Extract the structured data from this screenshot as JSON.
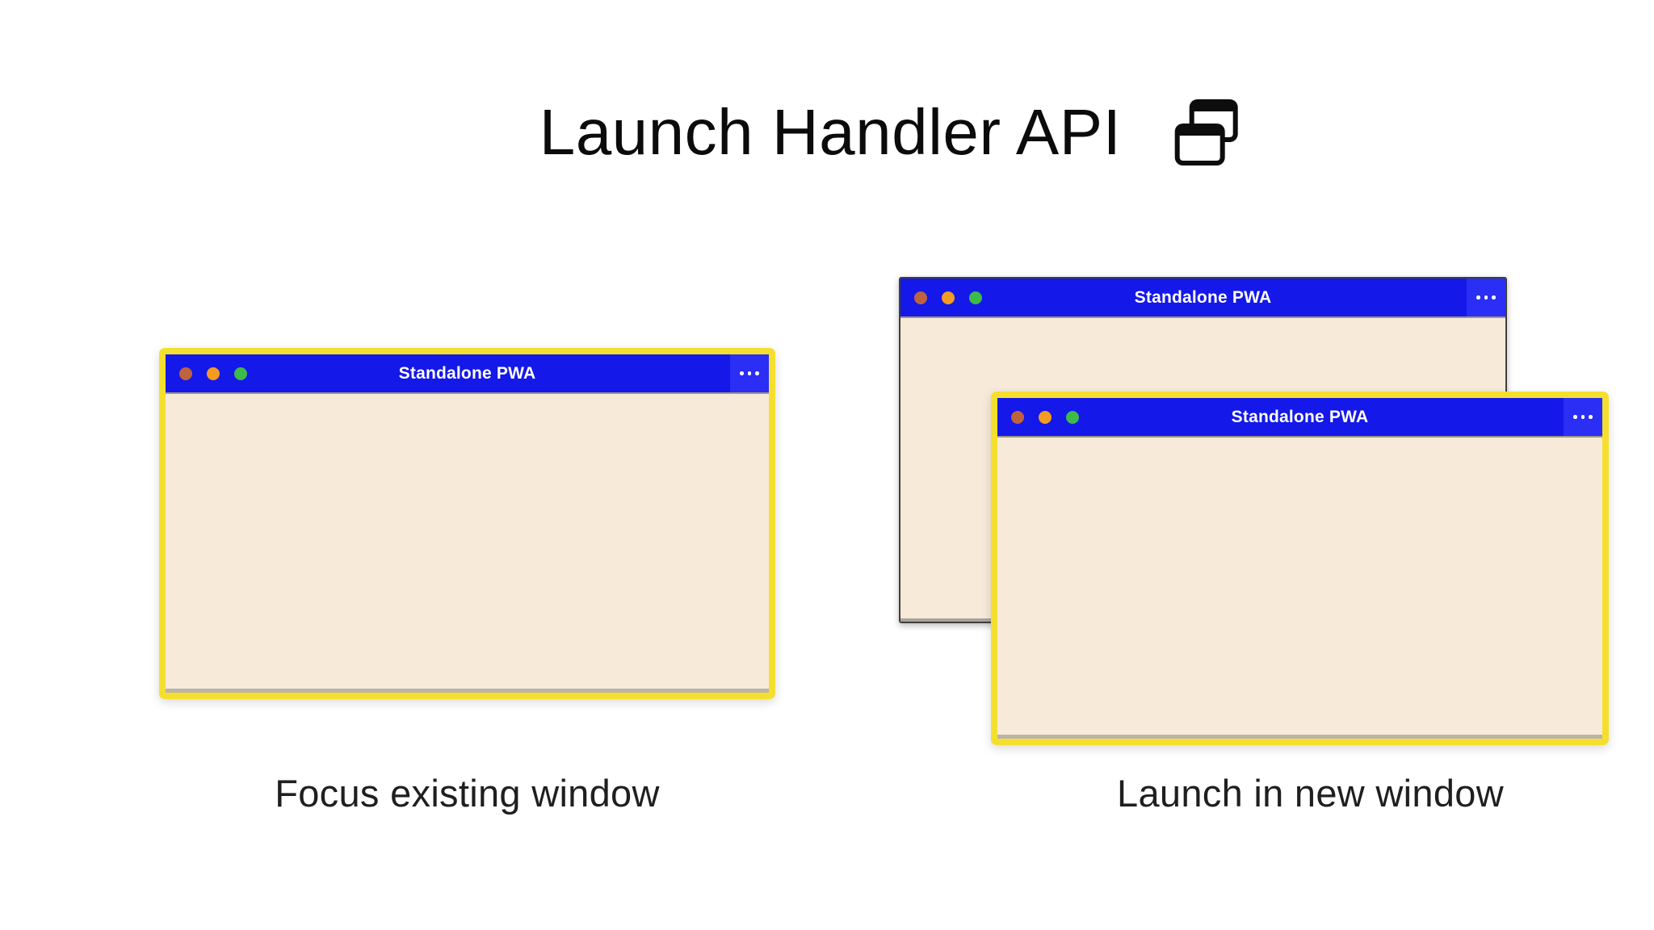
{
  "header": {
    "title": "Launch Handler API",
    "icon": "overlapping-windows-icon"
  },
  "panels": [
    {
      "caption": "Focus existing window",
      "windows": [
        {
          "title": "Standalone PWA",
          "state": "focused",
          "traffic_lights": [
            "red",
            "orange",
            "green"
          ],
          "menu_icon": "ellipsis-icon"
        }
      ]
    },
    {
      "caption": "Launch in new window",
      "windows": [
        {
          "title": "Standalone PWA",
          "state": "background",
          "traffic_lights": [
            "red",
            "orange",
            "green"
          ],
          "menu_icon": "ellipsis-icon"
        },
        {
          "title": "Standalone PWA",
          "state": "focused",
          "traffic_lights": [
            "red",
            "orange",
            "green"
          ],
          "menu_icon": "ellipsis-icon"
        }
      ]
    }
  ],
  "colors": {
    "page_background": "#FFFFFF",
    "titlebar_blue": "#1418E8",
    "titlebar_menu_blue": "#2B2EF4",
    "window_body_cream": "#F7EAD8",
    "focus_ring_yellow": "#F5DF2E",
    "background_window_border": "#3F3F3F",
    "traffic_dot_red": "#BF6240",
    "traffic_dot_orange": "#F39B22",
    "traffic_dot_green": "#3CBB49",
    "title_text": "#0B0B0B",
    "caption_text": "#1F1F1F",
    "titlebar_text": "#FFFFFF"
  }
}
